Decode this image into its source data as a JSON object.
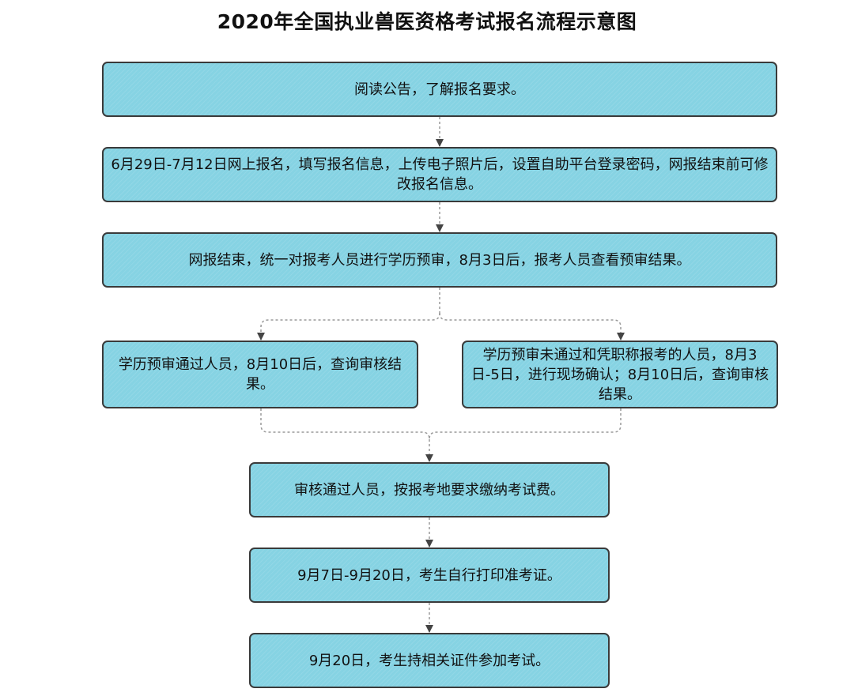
{
  "title": "2020年全国执业兽医资格考试报名流程示意图",
  "steps": [
    "阅读公告，了解报名要求。",
    "6月29日-7月12日网上报名，填写报名信息，上传电子照片后，设置自助平台登录密码，网报结束前可修改报名信息。",
    "网报结束，统一对报考人员进行学历预审，8月3日后，报考人员查看预审结果。",
    "学历预审通过人员，8月10日后，查询审核结果。",
    "学历预审未通过和凭职称报考的人员，8月3日-5日，进行现场确认；8月10日后，查询审核结果。",
    "审核通过人员，按报考地要求缴纳考试费。",
    "9月7日-9月20日，考生自行打印准考证。",
    "9月20日，考生持相关证件参加考试。"
  ],
  "colors": {
    "box_fill": "#86d3e3",
    "box_border": "#3a3a3a",
    "connector": "#9a9a9a",
    "arrowhead": "#444444"
  }
}
